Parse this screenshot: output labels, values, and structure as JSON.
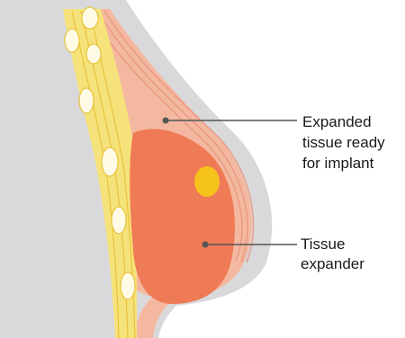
{
  "labels": {
    "expanded_tissue": {
      "line1": "Expanded",
      "line2": "tissue ready",
      "line3": "for implant"
    },
    "tissue_expander": {
      "line1": "Tissue",
      "line2": "expander"
    }
  },
  "colors": {
    "body": "#d9d9db",
    "skin": "#f4b8a0",
    "skin_stripe": "#e9957e",
    "muscle": "#f6e27a",
    "muscle_stripe": "#e8c33c",
    "fat_lobule": "#fffbe6",
    "expander": "#ef7a56",
    "port": "#f6c21c",
    "leader_line": "#555555"
  }
}
